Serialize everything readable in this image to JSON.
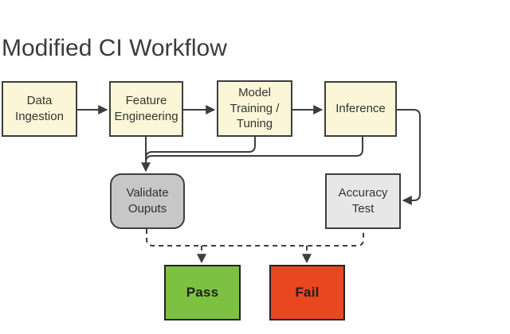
{
  "title": "Modified CI Workflow",
  "diagram": {
    "line_color": "#3d3d3d",
    "nodes": {
      "data_ingestion": {
        "label": "Data Ingestion",
        "fill": "#fbf6d8",
        "text_color": "#333333"
      },
      "feature_engineering": {
        "label": "Feature Engineering",
        "fill": "#fbf6d8",
        "text_color": "#333333"
      },
      "model_training": {
        "label": "Model Training / Tuning",
        "fill": "#fbf6d8",
        "text_color": "#333333"
      },
      "inference": {
        "label": "Inference",
        "fill": "#fbf6d8",
        "text_color": "#333333"
      },
      "validate_outputs": {
        "label": "Validate Ouputs",
        "fill": "#c7c7c7",
        "text_color": "#2f2f2f"
      },
      "accuracy_test": {
        "label": "Accuracy Test",
        "fill": "#e7e7e7",
        "text_color": "#333333"
      },
      "pass": {
        "label": "Pass",
        "fill": "#7dc142",
        "text_color": "#1f1f1f"
      },
      "fail": {
        "label": "Fail",
        "fill": "#e8471f",
        "text_color": "#1f1f1f"
      }
    },
    "edges": [
      {
        "from": "Data Ingestion",
        "to": "Feature Engineering",
        "style": "solid"
      },
      {
        "from": "Feature Engineering",
        "to": "Model Training / Tuning",
        "style": "solid"
      },
      {
        "from": "Model Training / Tuning",
        "to": "Inference",
        "style": "solid"
      },
      {
        "from": "Inference",
        "to": "Accuracy Test",
        "style": "solid"
      },
      {
        "from": "Feature Engineering",
        "to": "Validate Ouputs",
        "style": "solid"
      },
      {
        "from": "Model Training / Tuning",
        "to": "Validate Ouputs",
        "style": "solid"
      },
      {
        "from": "Inference",
        "to": "Validate Ouputs",
        "style": "solid"
      },
      {
        "from": "Validate Ouputs",
        "to": "Pass",
        "style": "dashed"
      },
      {
        "from": "Accuracy Test",
        "to": "Fail",
        "style": "dashed"
      }
    ]
  }
}
